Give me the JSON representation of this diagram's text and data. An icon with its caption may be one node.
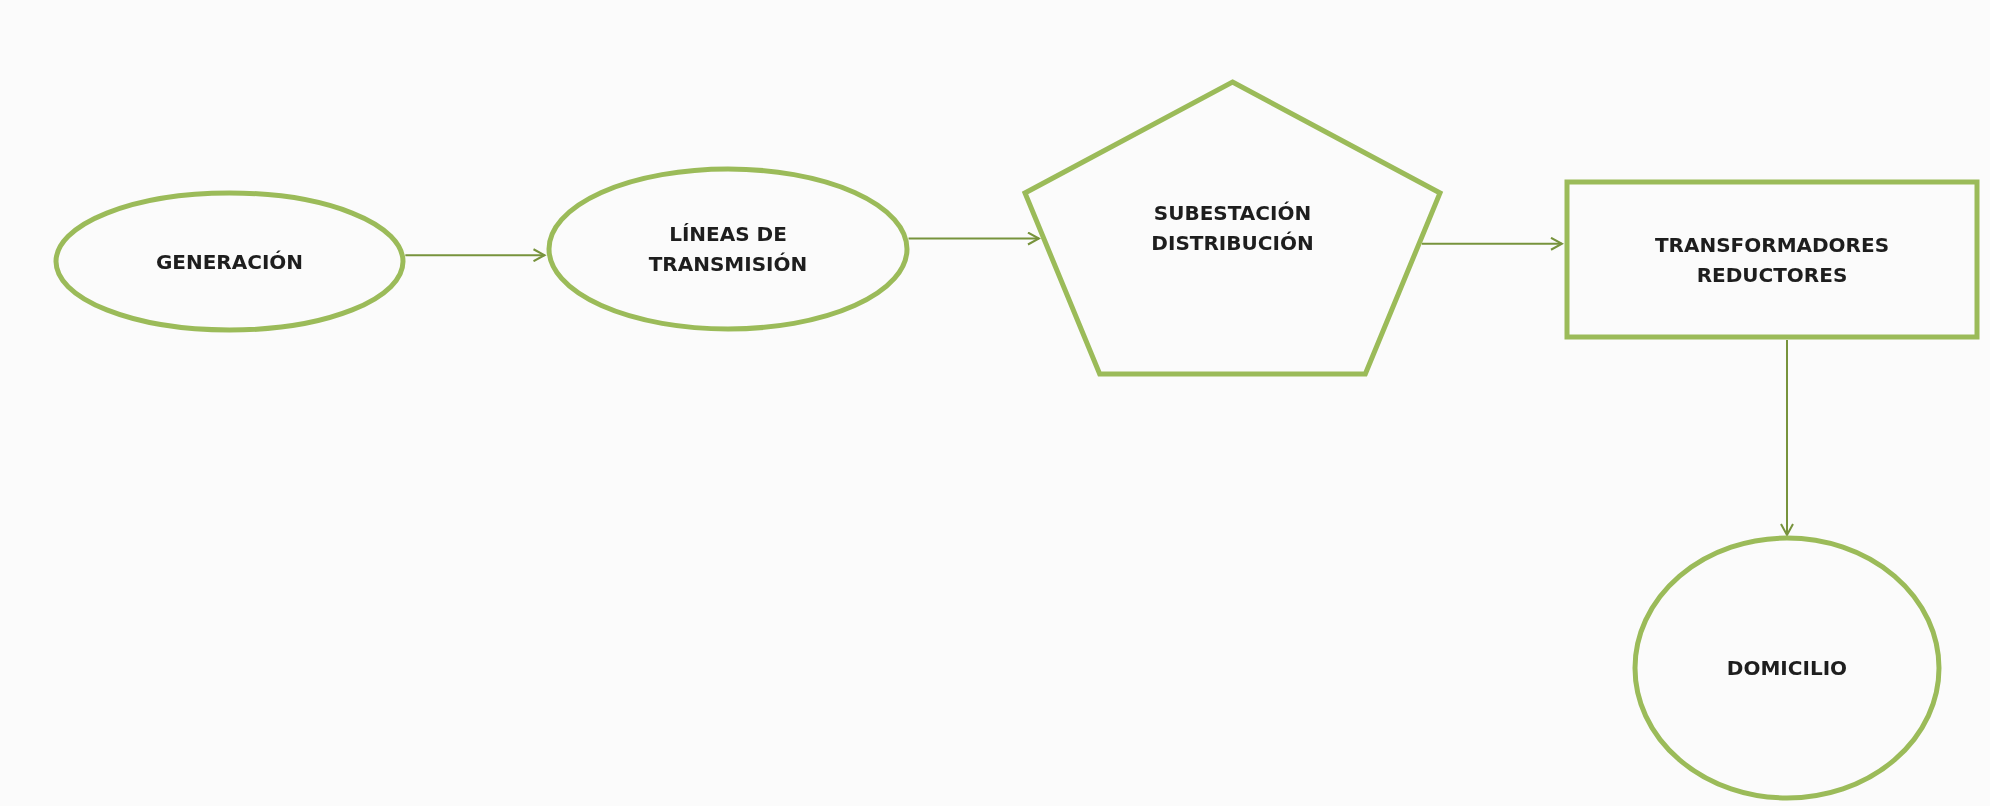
{
  "diagram": {
    "nodes": [
      {
        "text": [
          "GENERACIÓN"
        ]
      },
      {
        "text": [
          "LÍNEAS DE TRANSMISIÓN"
        ]
      },
      {
        "text": [
          "SUBESTACIÓN DISTRIBUCIÓN"
        ]
      },
      {
        "text": [
          "TRANSFORMADORES REDUCTORES"
        ]
      },
      {
        "text": [
          "DOMICILIO"
        ]
      }
    ],
    "edges": [
      {
        "from": 0,
        "to": 1,
        "arrow": "to"
      },
      {
        "from": 1,
        "to": 2,
        "arrow": "to"
      },
      {
        "from": 2,
        "to": 3,
        "arrow": "to"
      },
      {
        "from": 3,
        "to": 4,
        "arrow": "to"
      }
    ]
  }
}
